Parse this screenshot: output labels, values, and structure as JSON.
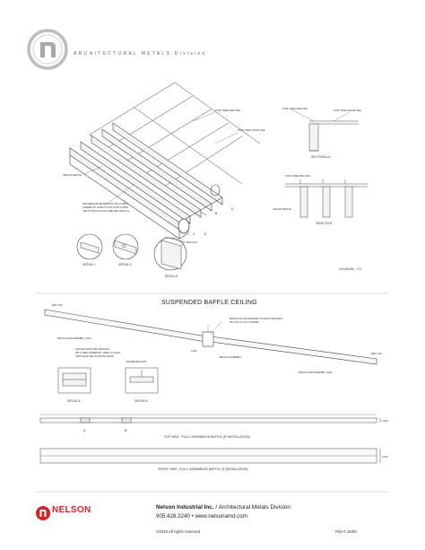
{
  "header": {
    "division_text": "ARCHITECTURAL METALS Division"
  },
  "drawing": {
    "section_title": "SUSPENDED BAFFLE CEILING",
    "number_ref": "NumBaffle - CG",
    "labels": {
      "section_a": "SECTION A-A",
      "view_b": "VIEW ON B",
      "detail_c": "DETAIL C",
      "detail_d": "DETAIL D",
      "detail_e": "DETAIL E",
      "detail_a": "DETAIL A",
      "detail_b": "DETAIL B",
      "letter_a": "A",
      "letter_b": "B",
      "letter_c": "C",
      "letter_d": "D",
      "letter_e": "E",
      "baffle_assembly": "BAFFLE ASSEMBLY",
      "baffle_half": "BAFFLE SUB-ASSEMBLY HALF",
      "baffle_half_r": "BAFFLE SUB-ASSEMBLY HALF",
      "end_cap": "END CAP",
      "end_cap_r": "END CAP",
      "spacer_bracket": "SPACER BRACKET",
      "baffle_splice": "BAFFLE SPLICE (PAINTED TO MATCH BAFFLES)",
      "splice_note": "WITH NO.8 x 1/2\" SCREWS",
      "spacer_note1": "SPACER MOUNTING BRACKET",
      "spacer_note2": "WITH TABS FORMED BY HAND TO HOLD",
      "spacer_note3": "ONTO MAIN TEE AT INSTALLATION",
      "hanger_note1": "SPACER/HANGER BRACKET WITH TABS",
      "hanger_note2": "FORMED BY HAND TO HOLD ONTO MAIN",
      "hanger_note3": "TEE AT INSTALLATION (SEE SECTION A-A)",
      "main_tee": "15/16\" WIDE MAIN TEE",
      "cross_tee": "15/16\" WIDE CROSS TEE",
      "ceiling_baffle": "CEILING BAFFLE",
      "top_view": "TOP VIEW - FULLY ASSEMBLED BAFFLE (IF INSTALLATION)",
      "front_view": "FRONT VIEW - FULLY ASSEMBLED BAFFLE (IF INSTALLATION)",
      "dim_1": "4.000",
      "dim_2": "4.000",
      "dim_3": "6.000",
      "end_cap_small": "END CAP"
    }
  },
  "footer": {
    "brand": "NELSON",
    "company_name": "Nelson Industrial Inc.",
    "company_suffix": " / Architectural Metals Division",
    "contact": "905.428.2240  •  www.nelsonamd.com",
    "copyright": "©2019 All rights reserved",
    "pub": "Pub.# 19/50"
  }
}
